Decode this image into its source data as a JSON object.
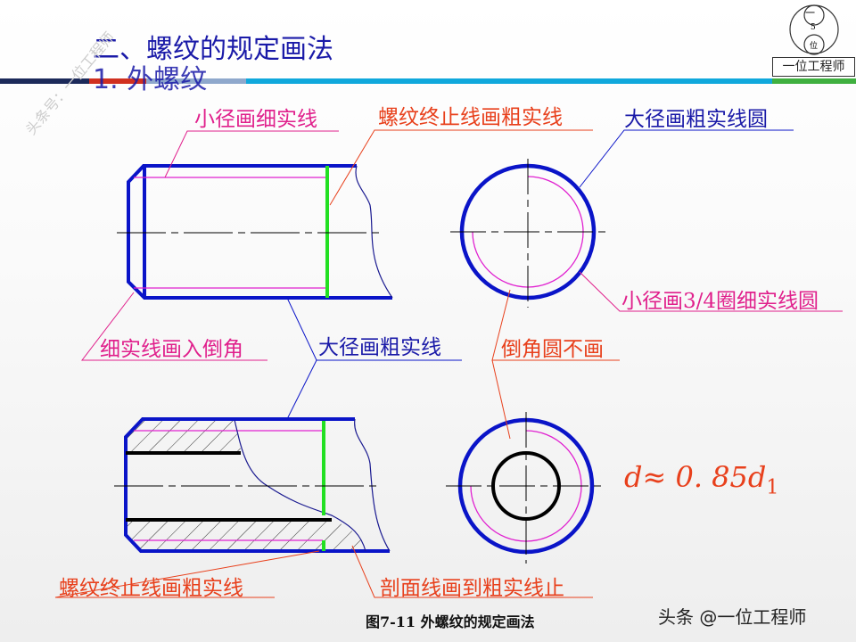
{
  "header": {
    "title": "二、螺纹的规定画法",
    "subtitle": "1. 外螺纹"
  },
  "logo": {
    "text": "一位工程师",
    "circle_top": "一",
    "circle_mid": "5",
    "circle_bottom": "位"
  },
  "watermark_diagonal": "头条号：一位工程师",
  "labels": {
    "minor_thin": "小径画细实线",
    "thread_end_thick_top": "螺纹终止线画粗实线",
    "major_circle_thick": "大径画粗实线圆",
    "minor_three_quarter": "小径画3/4圈细实线圆",
    "chamfer_thin": "细实线画入倒角",
    "major_thick": "大径画粗实线",
    "chamfer_circle_omit": "倒角圆不画",
    "thread_end_thick_bottom": "螺纹终止线画粗实线",
    "hatch_to_thick": "剖面线画到粗实线止"
  },
  "formula": {
    "main": "d≈ 0. 85d",
    "sub": "1"
  },
  "caption": "图7-11 外螺纹的规定画法",
  "footer_watermark": "头条 @一位工程师",
  "colors": {
    "outline": "#0a14c8",
    "thread_end": "#22e022",
    "thin": "#e020d0",
    "title": "#1a1aa8",
    "leader_red": "#e8401c",
    "leader_pink": "#e0208c"
  }
}
